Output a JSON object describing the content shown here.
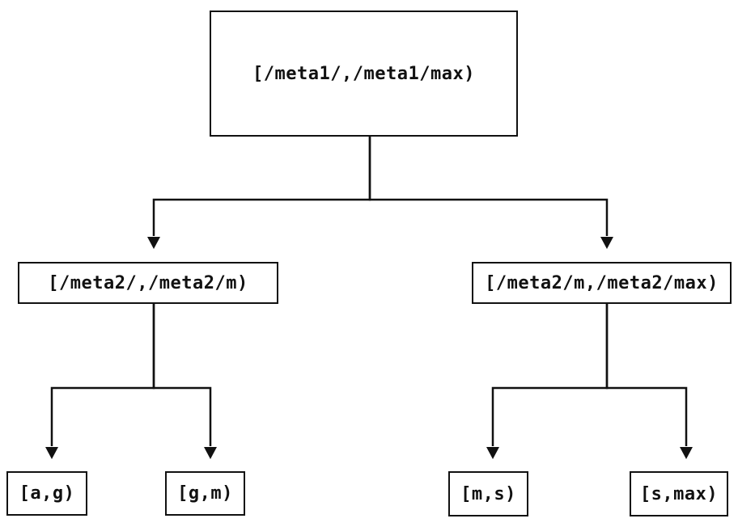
{
  "diagram": {
    "type": "tree",
    "background_color": "#ffffff",
    "line_color": "#111111",
    "text_color": "#111111",
    "nodes": {
      "root": {
        "label": "[/meta1/,/meta1/max)"
      },
      "left_child": {
        "label": "[/meta2/,/meta2/m)"
      },
      "right_child": {
        "label": "[/meta2/m,/meta2/max)"
      },
      "leaf_ag": {
        "label": "[a,g)"
      },
      "leaf_gm": {
        "label": "[g,m)"
      },
      "leaf_ms": {
        "label": "[m,s)"
      },
      "leaf_smax": {
        "label": "[s,max)"
      }
    },
    "edges": [
      {
        "from": "root",
        "to": "left_child",
        "arrow": "down"
      },
      {
        "from": "root",
        "to": "right_child",
        "arrow": "down"
      },
      {
        "from": "left_child",
        "to": "leaf_ag",
        "arrow": "down"
      },
      {
        "from": "left_child",
        "to": "leaf_gm",
        "arrow": "down"
      },
      {
        "from": "right_child",
        "to": "leaf_ms",
        "arrow": "down"
      },
      {
        "from": "right_child",
        "to": "leaf_smax",
        "arrow": "down"
      }
    ]
  }
}
